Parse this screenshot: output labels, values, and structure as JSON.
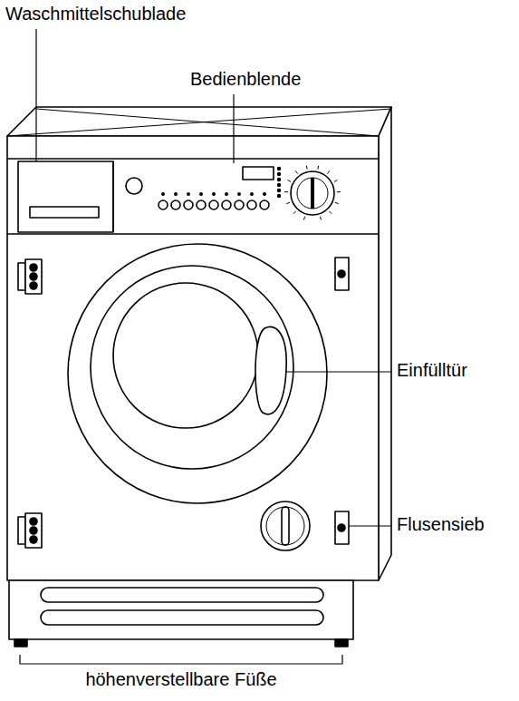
{
  "diagram": {
    "labels": [
      "Waschmittelschublade",
      "Bedienblende",
      "Einfülltür",
      "Flusensieb",
      "höhenverstellbare Füße"
    ]
  }
}
